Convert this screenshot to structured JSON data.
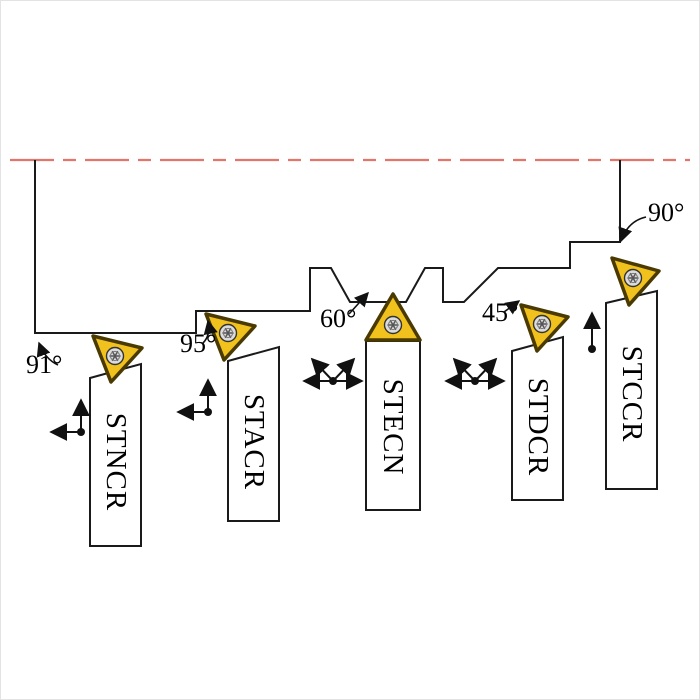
{
  "colors": {
    "centerline": "#e4756b",
    "insert_fill": "#f1c21d",
    "insert_stroke": "#4a3a00",
    "outline": "#1a1a1a"
  },
  "tools": [
    {
      "label": "STNCR",
      "angle": "91°"
    },
    {
      "label": "STACR",
      "angle": "95°"
    },
    {
      "label": "STECN",
      "angle": "60°"
    },
    {
      "label": "STDCR",
      "angle": "45°"
    },
    {
      "label": "STCCR",
      "angle": "90°"
    }
  ]
}
